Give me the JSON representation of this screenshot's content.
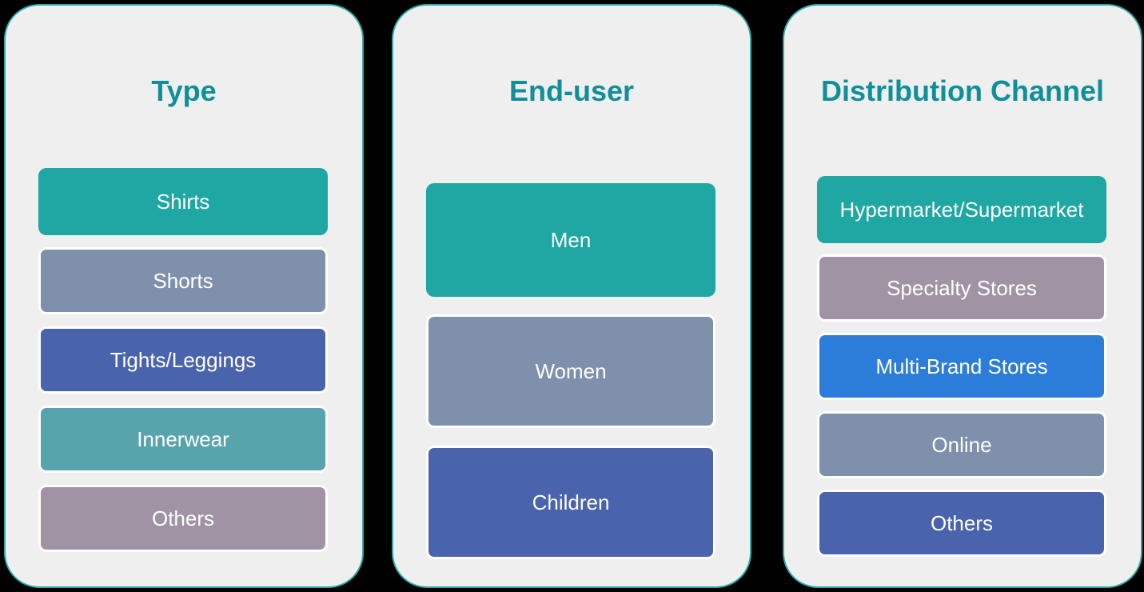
{
  "diagram": {
    "kind": "market-segmentation",
    "background_color": "#000000",
    "panel_background_color": "#F0EFEF",
    "panel_border_color": "#2FA9A7",
    "title_color": "#0F8F99",
    "label_text_color": "#FFFFFF"
  },
  "panels": [
    {
      "id": "type",
      "title": "Type",
      "items": [
        {
          "label": "Shirts",
          "color": "#1EA7A3",
          "bordered": false
        },
        {
          "label": "Shorts",
          "color": "#7F90AC",
          "bordered": true
        },
        {
          "label": "Tights/Leggings",
          "color": "#4A63AD",
          "bordered": true
        },
        {
          "label": "Innerwear",
          "color": "#57A4AC",
          "bordered": true
        },
        {
          "label": "Others",
          "color": "#A093A3",
          "bordered": true
        }
      ]
    },
    {
      "id": "end-user",
      "title": "End-user",
      "items": [
        {
          "label": "Men",
          "color": "#1EA7A3",
          "bordered": false
        },
        {
          "label": "Women",
          "color": "#7F90AC",
          "bordered": true
        },
        {
          "label": "Children",
          "color": "#4A63AD",
          "bordered": true
        }
      ]
    },
    {
      "id": "distribution-channel",
      "title": "Distribution Channel",
      "items": [
        {
          "label": "Hypermarket/Supermarket",
          "color": "#1EA7A3",
          "bordered": false
        },
        {
          "label": "Specialty Stores",
          "color": "#A093A3",
          "bordered": true
        },
        {
          "label": "Multi-Brand Stores",
          "color": "#2C7DD9",
          "bordered": true
        },
        {
          "label": "Online",
          "color": "#7F90AC",
          "bordered": true
        },
        {
          "label": "Others",
          "color": "#4A63AD",
          "bordered": true
        }
      ]
    }
  ]
}
